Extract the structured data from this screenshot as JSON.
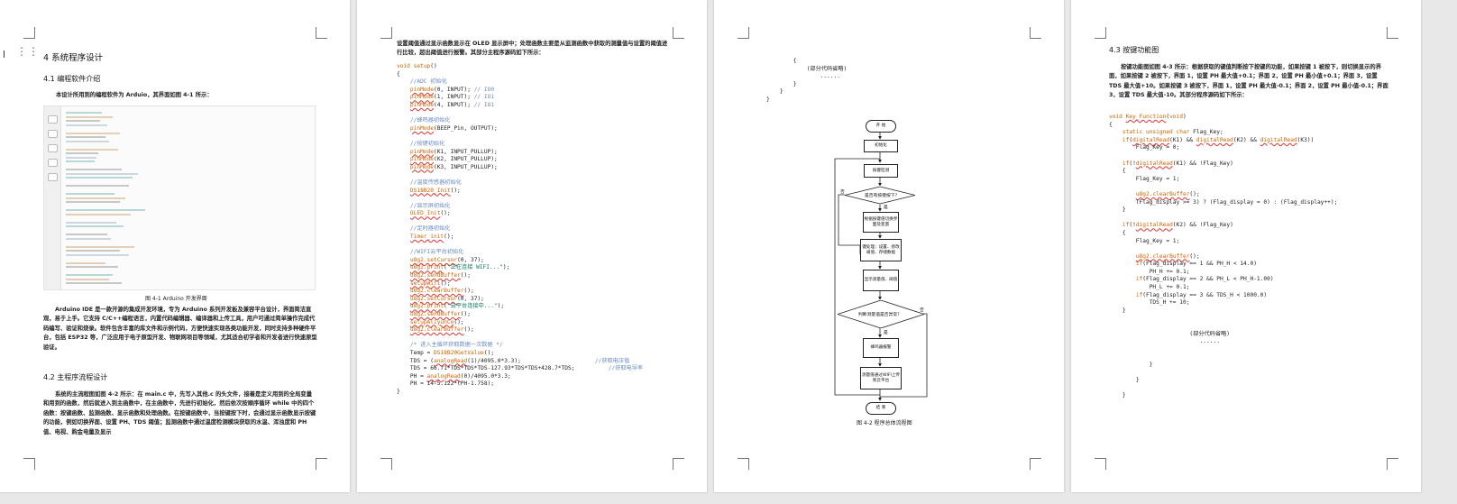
{
  "page1": {
    "heading": "4 系统程序设计",
    "section1": "4.1 编程软件介绍",
    "intro": "本设计所用到的编程软件为 Arduio，其界面如图 4-1 所示：",
    "figure_caption": "图 4-1 Arduino 开发界面",
    "para1": "Arduino IDE 是一款开源的集成开发环境，专为 Arduino 系列开发板及兼容平台设计，界面简洁直观，易于上手。它支持 C/C++编程语言，内置代码编辑器、编译器和上传工具，用户可通过简单操作完成代码编写、验证和烧录。软件包含丰富的库文件和示例代码，方便快速实现各类功能开发，同时支持多种硬件平台，包括 ESP32 等，广泛应用于电子原型开发、物联网项目等领域，尤其适合初学者和开发者进行快速原型验证。",
    "section2": "4.2 主程序流程设计",
    "para2": "系统的主流程图如图 4-2 所示：在 main.c 中，先写入其他.c 的头文件，接着是定义用到的全局变量和用到的函数，然后就进入到主函数中，在主函数中，先进行初始化，然后依次按顺序循环 while 中的四个函数：按键函数、监测函数、显示函数和处理函数。在按键函数中，当按键按下时，会通过显示函数显示按键的功能，例如切换界面、设置 PH、TDS 阈值；监测函数中通过温度检测模块获取的水温、浑浊度和 PH 值、电视、购金电量及显示"
  },
  "page2": {
    "intro": "设置阈值通过显示函数显示在 OLED 显示屏中；处理函数主要是从监测函数中获取的测量值与设置的阈值进行比较，超出阈值进行报警。其部分主程序源码如下所示：",
    "code": [
      [
        {
          "t": "void ",
          "c": "kw"
        },
        {
          "t": "setup",
          "c": "kw"
        },
        {
          "t": "()"
        }
      ],
      [
        {
          "t": "{"
        }
      ],
      [
        {
          "t": "    //ADC 初始化",
          "c": "cm"
        }
      ],
      [
        {
          "t": "    "
        },
        {
          "t": "pinMode",
          "c": "fn"
        },
        {
          "t": "(0, INPUT); "
        },
        {
          "t": "// IO0",
          "c": "cm"
        }
      ],
      [
        {
          "t": "    "
        },
        {
          "t": "pinMode",
          "c": "fn"
        },
        {
          "t": "(1, INPUT); "
        },
        {
          "t": "// IO1",
          "c": "cm"
        }
      ],
      [
        {
          "t": "    "
        },
        {
          "t": "pinMode",
          "c": "fn"
        },
        {
          "t": "(4, INPUT); "
        },
        {
          "t": "// IO1",
          "c": "cm"
        }
      ],
      [
        {
          "t": ""
        }
      ],
      [
        {
          "t": "    //蜂鸣器初始化",
          "c": "cm"
        }
      ],
      [
        {
          "t": "    "
        },
        {
          "t": "pinMode",
          "c": "fn"
        },
        {
          "t": "(BEEP_Pin, OUTPUT);"
        }
      ],
      [
        {
          "t": ""
        }
      ],
      [
        {
          "t": "    //按键初始化",
          "c": "cm"
        }
      ],
      [
        {
          "t": "    "
        },
        {
          "t": "pinMode",
          "c": "fn"
        },
        {
          "t": "(K1, INPUT_PULLUP);"
        }
      ],
      [
        {
          "t": "    "
        },
        {
          "t": "pinMode",
          "c": "fn"
        },
        {
          "t": "(K2, INPUT_PULLUP);"
        }
      ],
      [
        {
          "t": "    "
        },
        {
          "t": "pinMode",
          "c": "fn"
        },
        {
          "t": "(K3, INPUT_PULLUP);"
        }
      ],
      [
        {
          "t": ""
        }
      ],
      [
        {
          "t": "    //温度传感器初始化",
          "c": "cm"
        }
      ],
      [
        {
          "t": "    "
        },
        {
          "t": "DS18B20_Init",
          "c": "fn"
        },
        {
          "t": "();"
        }
      ],
      [
        {
          "t": ""
        }
      ],
      [
        {
          "t": "    //显示屏初始化",
          "c": "cm"
        }
      ],
      [
        {
          "t": "    "
        },
        {
          "t": "OLED_Init",
          "c": "fn"
        },
        {
          "t": "();"
        }
      ],
      [
        {
          "t": ""
        }
      ],
      [
        {
          "t": "    //定时器初始化",
          "c": "cm"
        }
      ],
      [
        {
          "t": "    "
        },
        {
          "t": "Timer_init",
          "c": "fn"
        },
        {
          "t": "();"
        }
      ],
      [
        {
          "t": ""
        }
      ],
      [
        {
          "t": "    //WIFI云平台初始化",
          "c": "cm"
        }
      ],
      [
        {
          "t": "    "
        },
        {
          "t": "u8g2.setCursor",
          "c": "fn"
        },
        {
          "t": "(0, 37);"
        }
      ],
      [
        {
          "t": "    "
        },
        {
          "t": "u8g2.print",
          "c": "fn"
        },
        {
          "t": "("
        },
        {
          "t": "\"正在连接 WIFI...\"",
          "c": "st"
        },
        {
          "t": ");"
        }
      ],
      [
        {
          "t": "    "
        },
        {
          "t": "u8g2.sendBuffer",
          "c": "fn"
        },
        {
          "t": "();"
        }
      ],
      [
        {
          "t": "    "
        },
        {
          "t": "setupWifi",
          "c": "fn"
        },
        {
          "t": "();"
        }
      ],
      [
        {
          "t": "    "
        },
        {
          "t": "u8g2.clearBuffer",
          "c": "fn"
        },
        {
          "t": "();"
        }
      ],
      [
        {
          "t": "    "
        },
        {
          "t": "u8g2.setCursor",
          "c": "fn"
        },
        {
          "t": "(0, 37);"
        }
      ],
      [
        {
          "t": "    "
        },
        {
          "t": "u8g2.print",
          "c": "fn"
        },
        {
          "t": "("
        },
        {
          "t": "\"云平台连接中...\"",
          "c": "st"
        },
        {
          "t": ");"
        }
      ],
      [
        {
          "t": "    "
        },
        {
          "t": "u8g2.sendBuffer",
          "c": "fn"
        },
        {
          "t": "();"
        }
      ],
      [
        {
          "t": "    "
        },
        {
          "t": "setupAliyunCo",
          "c": "fn"
        },
        {
          "t": "();"
        }
      ],
      [
        {
          "t": "    "
        },
        {
          "t": "u8g2.clearBuffer",
          "c": "fn"
        },
        {
          "t": "();"
        }
      ],
      [
        {
          "t": ""
        }
      ],
      [
        {
          "t": "    /* 进入主循环获取数据一次数据 */",
          "c": "cm"
        }
      ],
      [
        {
          "t": "    Temp = "
        },
        {
          "t": "DS18B20GetValue",
          "c": "kw"
        },
        {
          "t": "();"
        }
      ],
      [
        {
          "t": "    TDS = ("
        },
        {
          "t": "analogRead",
          "c": "fn"
        },
        {
          "t": "(1)/4095.0*3.3);"
        },
        {
          "t": "                      //获取电压值",
          "c": "cm"
        }
      ],
      [
        {
          "t": "    TDS = 66.71*TDS*TDS*TDS-127.93*TDS*TDS+428.7*TDS;"
        },
        {
          "t": "          //获取电导率",
          "c": "cm"
        }
      ],
      [
        {
          "t": "    PH = "
        },
        {
          "t": "analogRead",
          "c": "fn"
        },
        {
          "t": "(0)/4095.0*3.3;"
        }
      ],
      [
        {
          "t": "    PH = 14-5.122*(PH-1.758);"
        }
      ],
      [
        {
          "t": "}"
        }
      ]
    ]
  },
  "page3": {
    "code_top": [
      [
        {
          "t": "        {"
        }
      ],
      [
        {
          "t": "            (部分代码省略)"
        }
      ],
      [
        {
          "t": "                ......"
        }
      ],
      [
        {
          "t": "        }"
        }
      ],
      [
        {
          "t": "    }"
        }
      ],
      [
        {
          "t": "}"
        }
      ]
    ],
    "flow": {
      "start": "开 始",
      "init": "初始化",
      "key_detect": "按键检测",
      "key_pressed": "是否有按键按下？",
      "yes": "是",
      "no": "否",
      "switch": "根据按键值切换界面及变量",
      "process": "键处理：设置、修改阈值、存储数据",
      "measure": "显示测量值、阈值",
      "compare": "判断测量值是否异常？",
      "alarm": "蜂鸣器报警",
      "upload": "测量值通过WIFI上传到云平台",
      "end": "结 束"
    },
    "figure_caption": "图 4-2  程序总体流程图"
  },
  "page4": {
    "section": "4.3 按键功能图",
    "intro": "按键功能图如图 4-3 所示：根据获取的键值判断按下按键的功能，如果按键 1 被按下，则切换显示的界面，如果按键 2 被按下，界面 1，设置 PH 最大值+0.1；界面 2，设置 PH 最小值+0.1；界面 3，设置 TDS 最大值+10。如果按键 3 被按下，界面 1，设置 PH 最大值-0.1；界面 2，设置 PH 最小值-0.1；界面 3，设置 TDS 最大值-10。其部分程序源码如下所示：",
    "code": [
      [
        {
          "t": "void ",
          "c": "kw"
        },
        {
          "t": "Key_Function",
          "c": "fn"
        },
        {
          "t": "("
        },
        {
          "t": "void",
          "c": "kw"
        },
        {
          "t": ")"
        }
      ],
      [
        {
          "t": "{"
        }
      ],
      [
        {
          "t": "    "
        },
        {
          "t": "static unsigned char",
          "c": "kw"
        },
        {
          "t": " Flag_Key;"
        }
      ],
      [
        {
          "t": "    "
        },
        {
          "t": "if",
          "c": "kw"
        },
        {
          "t": "("
        },
        {
          "t": "digitalRead",
          "c": "fn"
        },
        {
          "t": "(K1) && "
        },
        {
          "t": "digitalRead",
          "c": "fn"
        },
        {
          "t": "(K2) && "
        },
        {
          "t": "digitalRead",
          "c": "fn"
        },
        {
          "t": "(K3))"
        }
      ],
      [
        {
          "t": "        Flag_Key = 0;"
        }
      ],
      [
        {
          "t": ""
        }
      ],
      [
        {
          "t": "    "
        },
        {
          "t": "if",
          "c": "kw"
        },
        {
          "t": "(!"
        },
        {
          "t": "digitalRead",
          "c": "fn"
        },
        {
          "t": "(K1) && !Flag_Key)"
        }
      ],
      [
        {
          "t": "    {"
        }
      ],
      [
        {
          "t": "        Flag_Key = 1;"
        }
      ],
      [
        {
          "t": ""
        }
      ],
      [
        {
          "t": "        "
        },
        {
          "t": "u8g2.clearBuffer",
          "c": "fn"
        },
        {
          "t": "();"
        }
      ],
      [
        {
          "t": "        (Flag_display >= 3) ? (Flag_display = 0) : (Flag_display++);"
        }
      ],
      [
        {
          "t": "    }"
        }
      ],
      [
        {
          "t": ""
        }
      ],
      [
        {
          "t": "    "
        },
        {
          "t": "if",
          "c": "kw"
        },
        {
          "t": "(!"
        },
        {
          "t": "digitalRead",
          "c": "fn"
        },
        {
          "t": "(K2) && !Flag_Key)"
        }
      ],
      [
        {
          "t": "    {"
        }
      ],
      [
        {
          "t": "        Flag_Key = 1;"
        }
      ],
      [
        {
          "t": ""
        }
      ],
      [
        {
          "t": "        "
        },
        {
          "t": "u8g2.clearBuffer",
          "c": "fn"
        },
        {
          "t": "();"
        }
      ],
      [
        {
          "t": "        "
        },
        {
          "t": "if",
          "c": "kw"
        },
        {
          "t": "(Flag_display == 1 && PH_H < 14.0)"
        }
      ],
      [
        {
          "t": "            PH_H += 0.1;"
        }
      ],
      [
        {
          "t": "        "
        },
        {
          "t": "if",
          "c": "kw"
        },
        {
          "t": "(Flag_display == 2 && PH_L < PH_H-1.00)"
        }
      ],
      [
        {
          "t": "            PH_L += 0.1;"
        }
      ],
      [
        {
          "t": "        "
        },
        {
          "t": "if",
          "c": "kw"
        },
        {
          "t": "(Flag_display == 3 && TDS_H < 1000.0)"
        }
      ],
      [
        {
          "t": "            TDS_H += 10;"
        }
      ],
      [
        {
          "t": "    }"
        }
      ],
      [
        {
          "t": ""
        }
      ],
      [
        {
          "t": ""
        }
      ],
      [
        {
          "t": "                        (部分代码省略)"
        }
      ],
      [
        {
          "t": "                           ......"
        }
      ],
      [
        {
          "t": ""
        }
      ],
      [
        {
          "t": ""
        }
      ],
      [
        {
          "t": "            }"
        }
      ],
      [
        {
          "t": ""
        }
      ],
      [
        {
          "t": "        }"
        }
      ],
      [
        {
          "t": ""
        }
      ],
      [
        {
          "t": "    }"
        }
      ]
    ]
  }
}
